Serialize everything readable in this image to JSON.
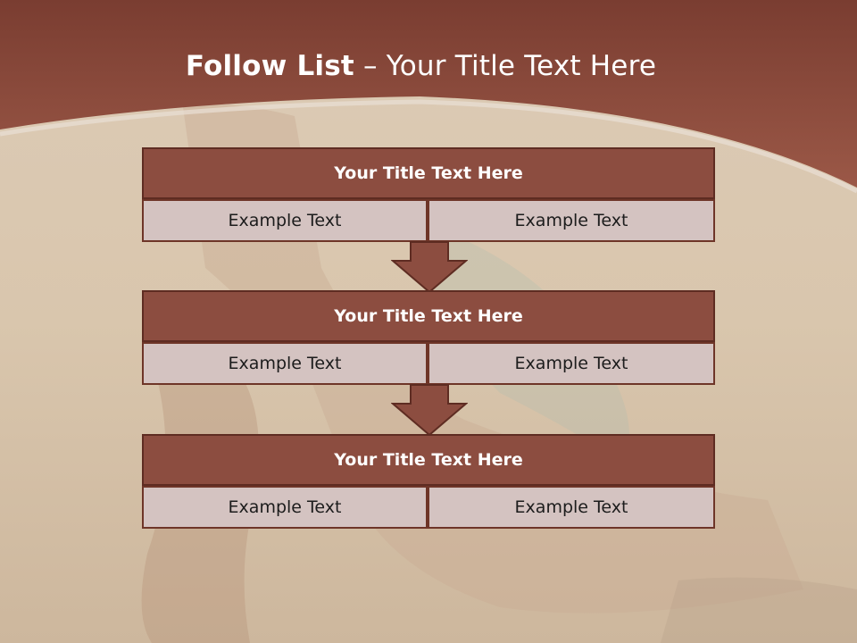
{
  "slide": {
    "title_bold": "Follow List",
    "title_rest": " – Your Title Text Here"
  },
  "blocks": [
    {
      "title": "Your Title Text Here",
      "left": "Example Text",
      "right": "Example Text"
    },
    {
      "title": "Your Title Text Here",
      "left": "Example Text",
      "right": "Example Text"
    },
    {
      "title": "Your Title Text Here",
      "left": "Example Text",
      "right": "Example Text"
    }
  ],
  "colors": {
    "header_band": "#8f4a3b",
    "box_title": "#8c4d40",
    "box_cell": "#d4c3c1",
    "arrow": "#8c4d40"
  }
}
